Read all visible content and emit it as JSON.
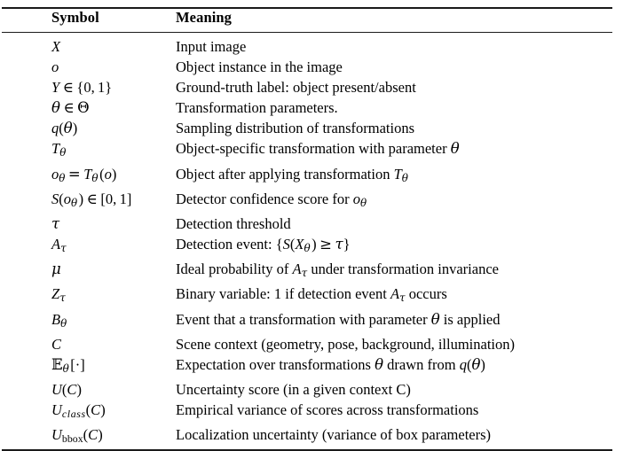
{
  "document": {
    "kind": "notation-table",
    "style": "booktabs",
    "background_color": "#ffffff",
    "text_color": "#000000",
    "rule_color": "#1a1a1a"
  },
  "table": {
    "headers": {
      "symbol": "Symbol",
      "meaning": "Meaning"
    },
    "rows": [
      {
        "symbol_text": "X",
        "meaning": "Input image"
      },
      {
        "symbol_text": "o",
        "meaning": "Object instance in the image"
      },
      {
        "symbol_text": "Y ∈ {0, 1}",
        "meaning": "Ground-truth label: object present/absent"
      },
      {
        "symbol_text": "θ ∈ Θ",
        "meaning": "Transformation parameters."
      },
      {
        "symbol_text": "q(θ)",
        "meaning": "Sampling distribution of transformations"
      },
      {
        "symbol_text": "Tθ",
        "meaning_parts": [
          "Object-specific transformation with parameter ",
          "θ"
        ],
        "meaning": "Object-specific transformation with parameter θ"
      },
      {
        "symbol_text": "oθ = Tθ(o)",
        "meaning": "Object after applying transformation Tθ"
      },
      {
        "symbol_text": "S(oθ) ∈ [0, 1]",
        "meaning": "Detector confidence score for oθ"
      },
      {
        "symbol_text": "τ",
        "meaning": "Detection threshold"
      },
      {
        "symbol_text": "Aτ",
        "meaning": "Detection event: {S(Xθ) ≥ τ}"
      },
      {
        "symbol_text": "μ",
        "meaning": "Ideal probability of Aτ under transformation invariance"
      },
      {
        "symbol_text": "Zτ",
        "meaning": "Binary variable: 1 if detection event Aτ occurs"
      },
      {
        "symbol_text": "Bθ",
        "meaning": "Event that a transformation with parameter θ is applied"
      },
      {
        "symbol_text": "C",
        "meaning": "Scene context (geometry, pose, background, illumination)"
      },
      {
        "symbol_text": "ᴱθ[·]",
        "meaning": "Expectation over transformations θ drawn from q(θ)"
      },
      {
        "symbol_text": "U(C)",
        "meaning": "Uncertainty score (in a given context C)"
      },
      {
        "symbol_text": "U_class(C)",
        "meaning": "Empirical variance of scores across transformations"
      },
      {
        "symbol_text": "U_bbox(C)",
        "meaning": "Localization uncertainty (variance of box parameters)"
      }
    ]
  }
}
